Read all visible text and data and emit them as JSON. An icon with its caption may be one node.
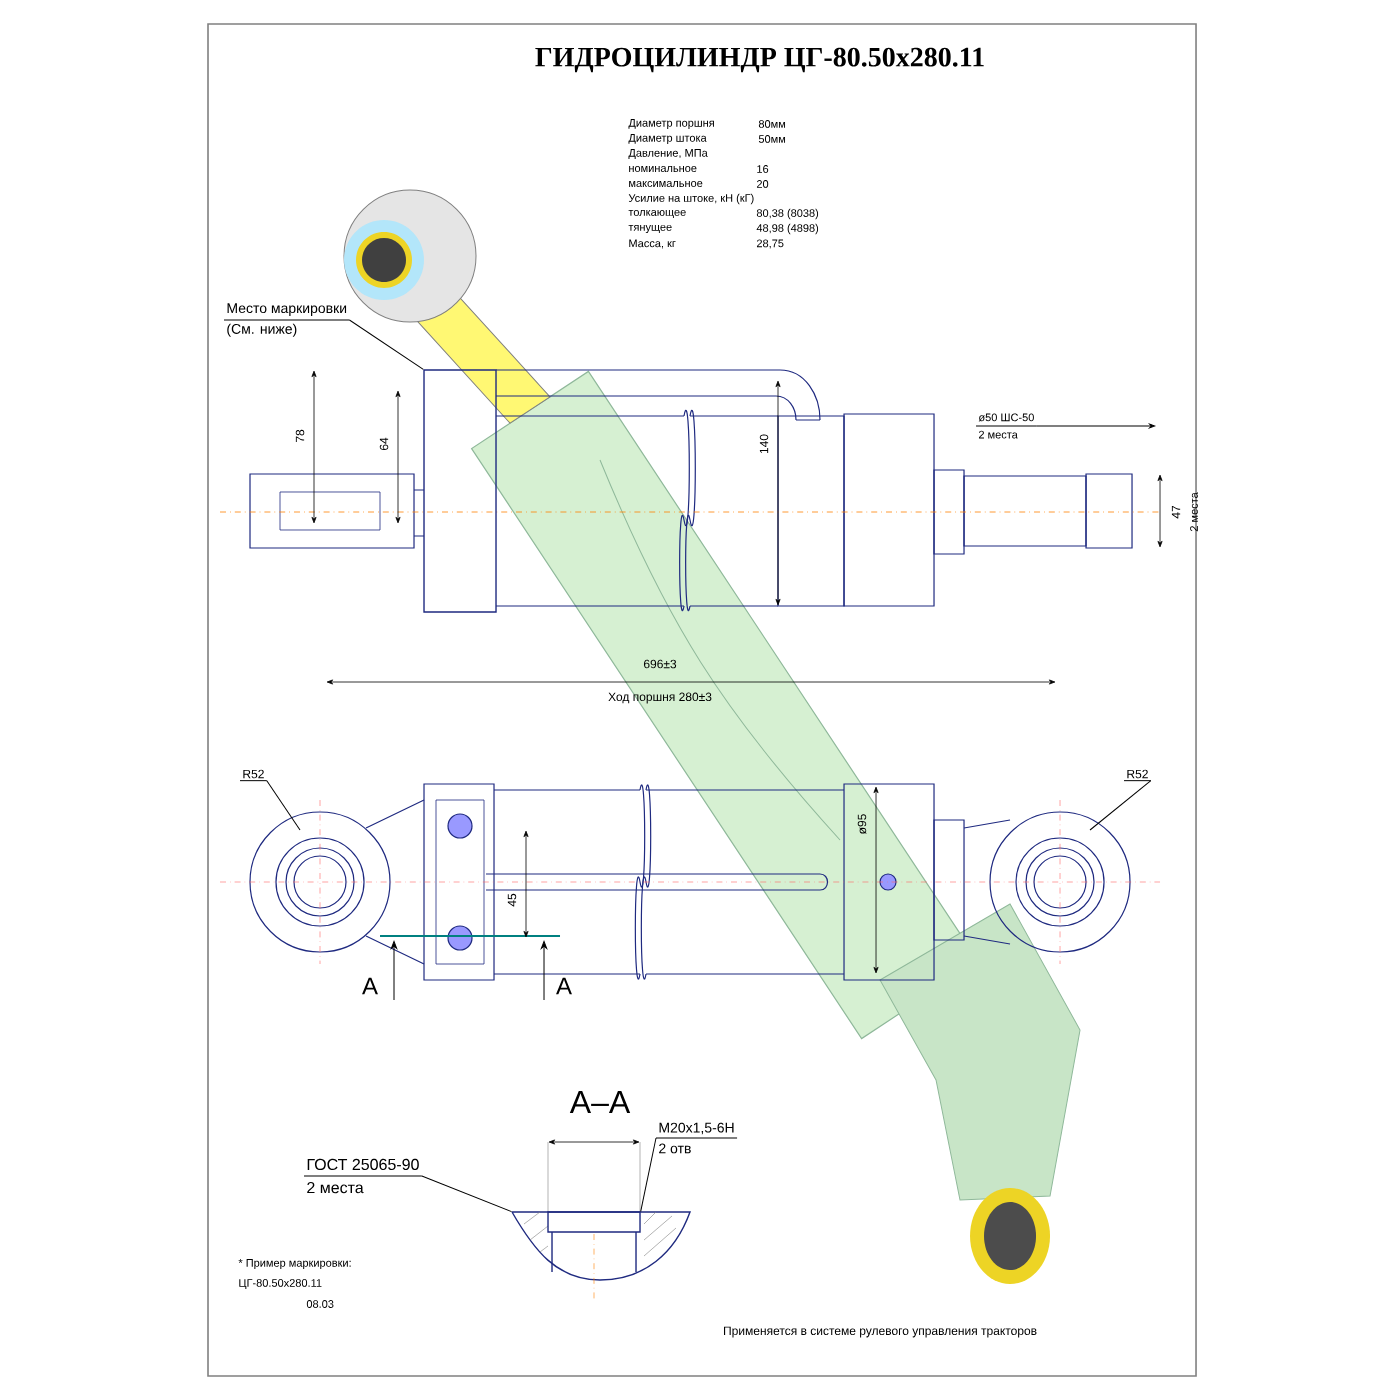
{
  "diagram": {
    "title": "ГИДРОЦИЛИНДР ЦГ-80.50х280.11",
    "nodes": [
      {
        "text": [
          "Место маркировки",
          "(См. ниже)"
        ]
      },
      {
        "text": [
          "ø50 ШС-50",
          "2 места"
        ]
      },
      {
        "text": [
          "R52"
        ]
      },
      {
        "text": [
          "R52"
        ]
      },
      {
        "text": [
          "ГОСТ 25065-90",
          "2 места"
        ]
      },
      {
        "text": [
          "М20х1,5-6Н",
          "2 отв"
        ]
      },
      {
        "text": [],
        "shape": "box"
      },
      {
        "text": [],
        "shape": "picture"
      },
      {
        "text": [],
        "shape": "box",
        "in": 7
      }
    ],
    "edges": [
      {
        "from": 0,
        "to": 6,
        "arrow": "none"
      },
      {
        "from": 1,
        "to": null,
        "arrow": "to"
      },
      {
        "from": 2,
        "to": null,
        "arrow": "none"
      },
      {
        "from": 3,
        "to": null,
        "arrow": "none"
      },
      {
        "from": 4,
        "to": 7,
        "arrow": "none"
      },
      {
        "from": 5,
        "to": 8,
        "arrow": "none"
      }
    ],
    "labels": [
      "Диаметр поршня",
      "80мм",
      "Диаметр штока",
      "50мм",
      "Давление, МПа",
      "номинальное",
      "16",
      "максимальное",
      "20",
      "Усилие на штоке, кН (кГ)",
      "толкающее",
      "80,38 (8038)",
      "тянущее",
      "48,98 (4898)",
      "Масса, кг",
      "28,75",
      "78",
      "64",
      "140",
      "47",
      "2 места",
      "696±3",
      "Ход поршня 280±3",
      "45",
      "ø95",
      "А",
      "А",
      "А–А",
      "* Пример маркировки:",
      "ЦГ-80.50х280.11",
      "08.03",
      "Применяется в системе рулевого управления тракторов"
    ]
  }
}
